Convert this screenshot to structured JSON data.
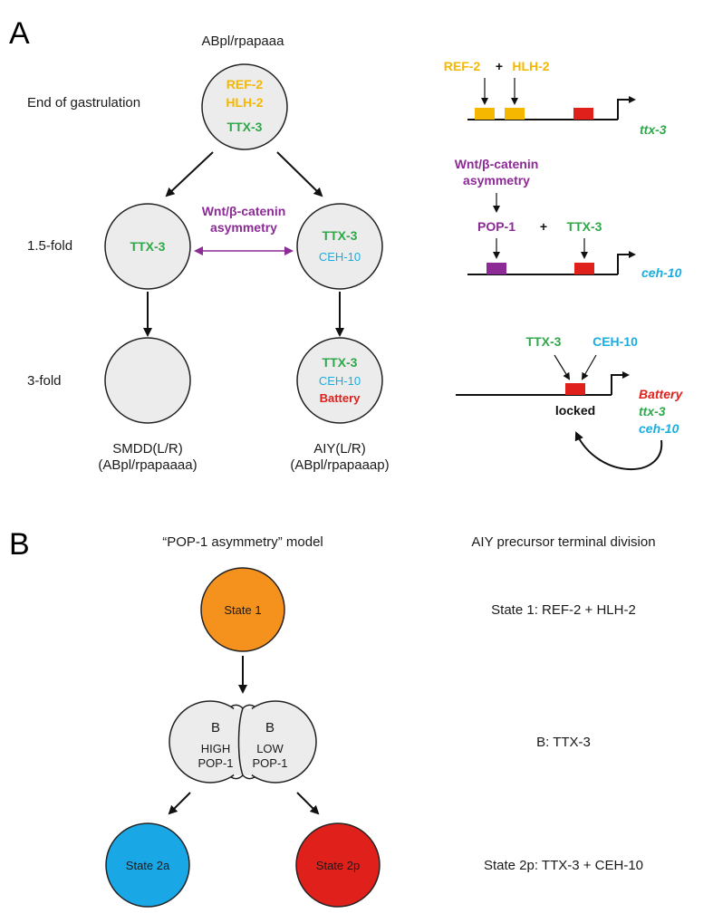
{
  "panel_a": {
    "letter": "A",
    "lineage_title": "ABpl/rpapaaa",
    "stage_gastrulation": "End of gastrulation",
    "stage_1_5fold": "1.5-fold",
    "stage_3fold": "3-fold",
    "top_cell": {
      "line1": "REF-2",
      "line2": "HLH-2",
      "line3": "TTX-3"
    },
    "mid_left_cell": {
      "line1": "TTX-3"
    },
    "mid_right_cell": {
      "line1": "TTX-3",
      "line2": "CEH-10"
    },
    "wnt_label_line1": "Wnt/β-catenin",
    "wnt_label_line2": "asymmetry",
    "bottom_right_cell": {
      "line1": "TTX-3",
      "line2": "CEH-10",
      "line3": "Battery"
    },
    "smdd_label_line1": "SMDD(L/R)",
    "smdd_label_line2": "(ABpl/rpapaaaa)",
    "aiy_label_line1": "AIY(L/R)",
    "aiy_label_line2": "(ABpl/rpapaaap)",
    "reg1": {
      "factor1": "REF-2",
      "plus": "+",
      "factor2": "HLH-2",
      "gene": "ttx-3"
    },
    "reg2": {
      "header_line1": "Wnt/β-catenin",
      "header_line2": "asymmetry",
      "factor1": "POP-1",
      "plus": "+",
      "factor2": "TTX-3",
      "gene": "ceh-10"
    },
    "reg3": {
      "factor1": "TTX-3",
      "factor2": "CEH-10",
      "locked": "locked",
      "gene1": "Battery",
      "gene2": "ttx-3",
      "gene3": "ceh-10"
    }
  },
  "panel_b": {
    "letter": "B",
    "model_title": "“POP-1 asymmetry” model",
    "right_title": "AIY precursor terminal division",
    "state1": "State 1",
    "b_left": {
      "line1": "B",
      "line2": "HIGH",
      "line3": "POP-1"
    },
    "b_right": {
      "line1": "B",
      "line2": "LOW",
      "line3": "POP-1"
    },
    "state2a": "State 2a",
    "state2p": "State 2p",
    "desc_state1": "State 1: REF-2 + HLH-2",
    "desc_b": "B: TTX-3",
    "desc_state2p": "State 2p: TTX-3 + CEH-10"
  },
  "colors": {
    "yellow": "#f5b700",
    "green": "#2ea84a",
    "cyan": "#1aaee0",
    "red": "#e0201b",
    "purple": "#8c2a96",
    "orange": "#f5921e",
    "blue": "#1aa7e6",
    "cell_fill": "#ececec"
  }
}
